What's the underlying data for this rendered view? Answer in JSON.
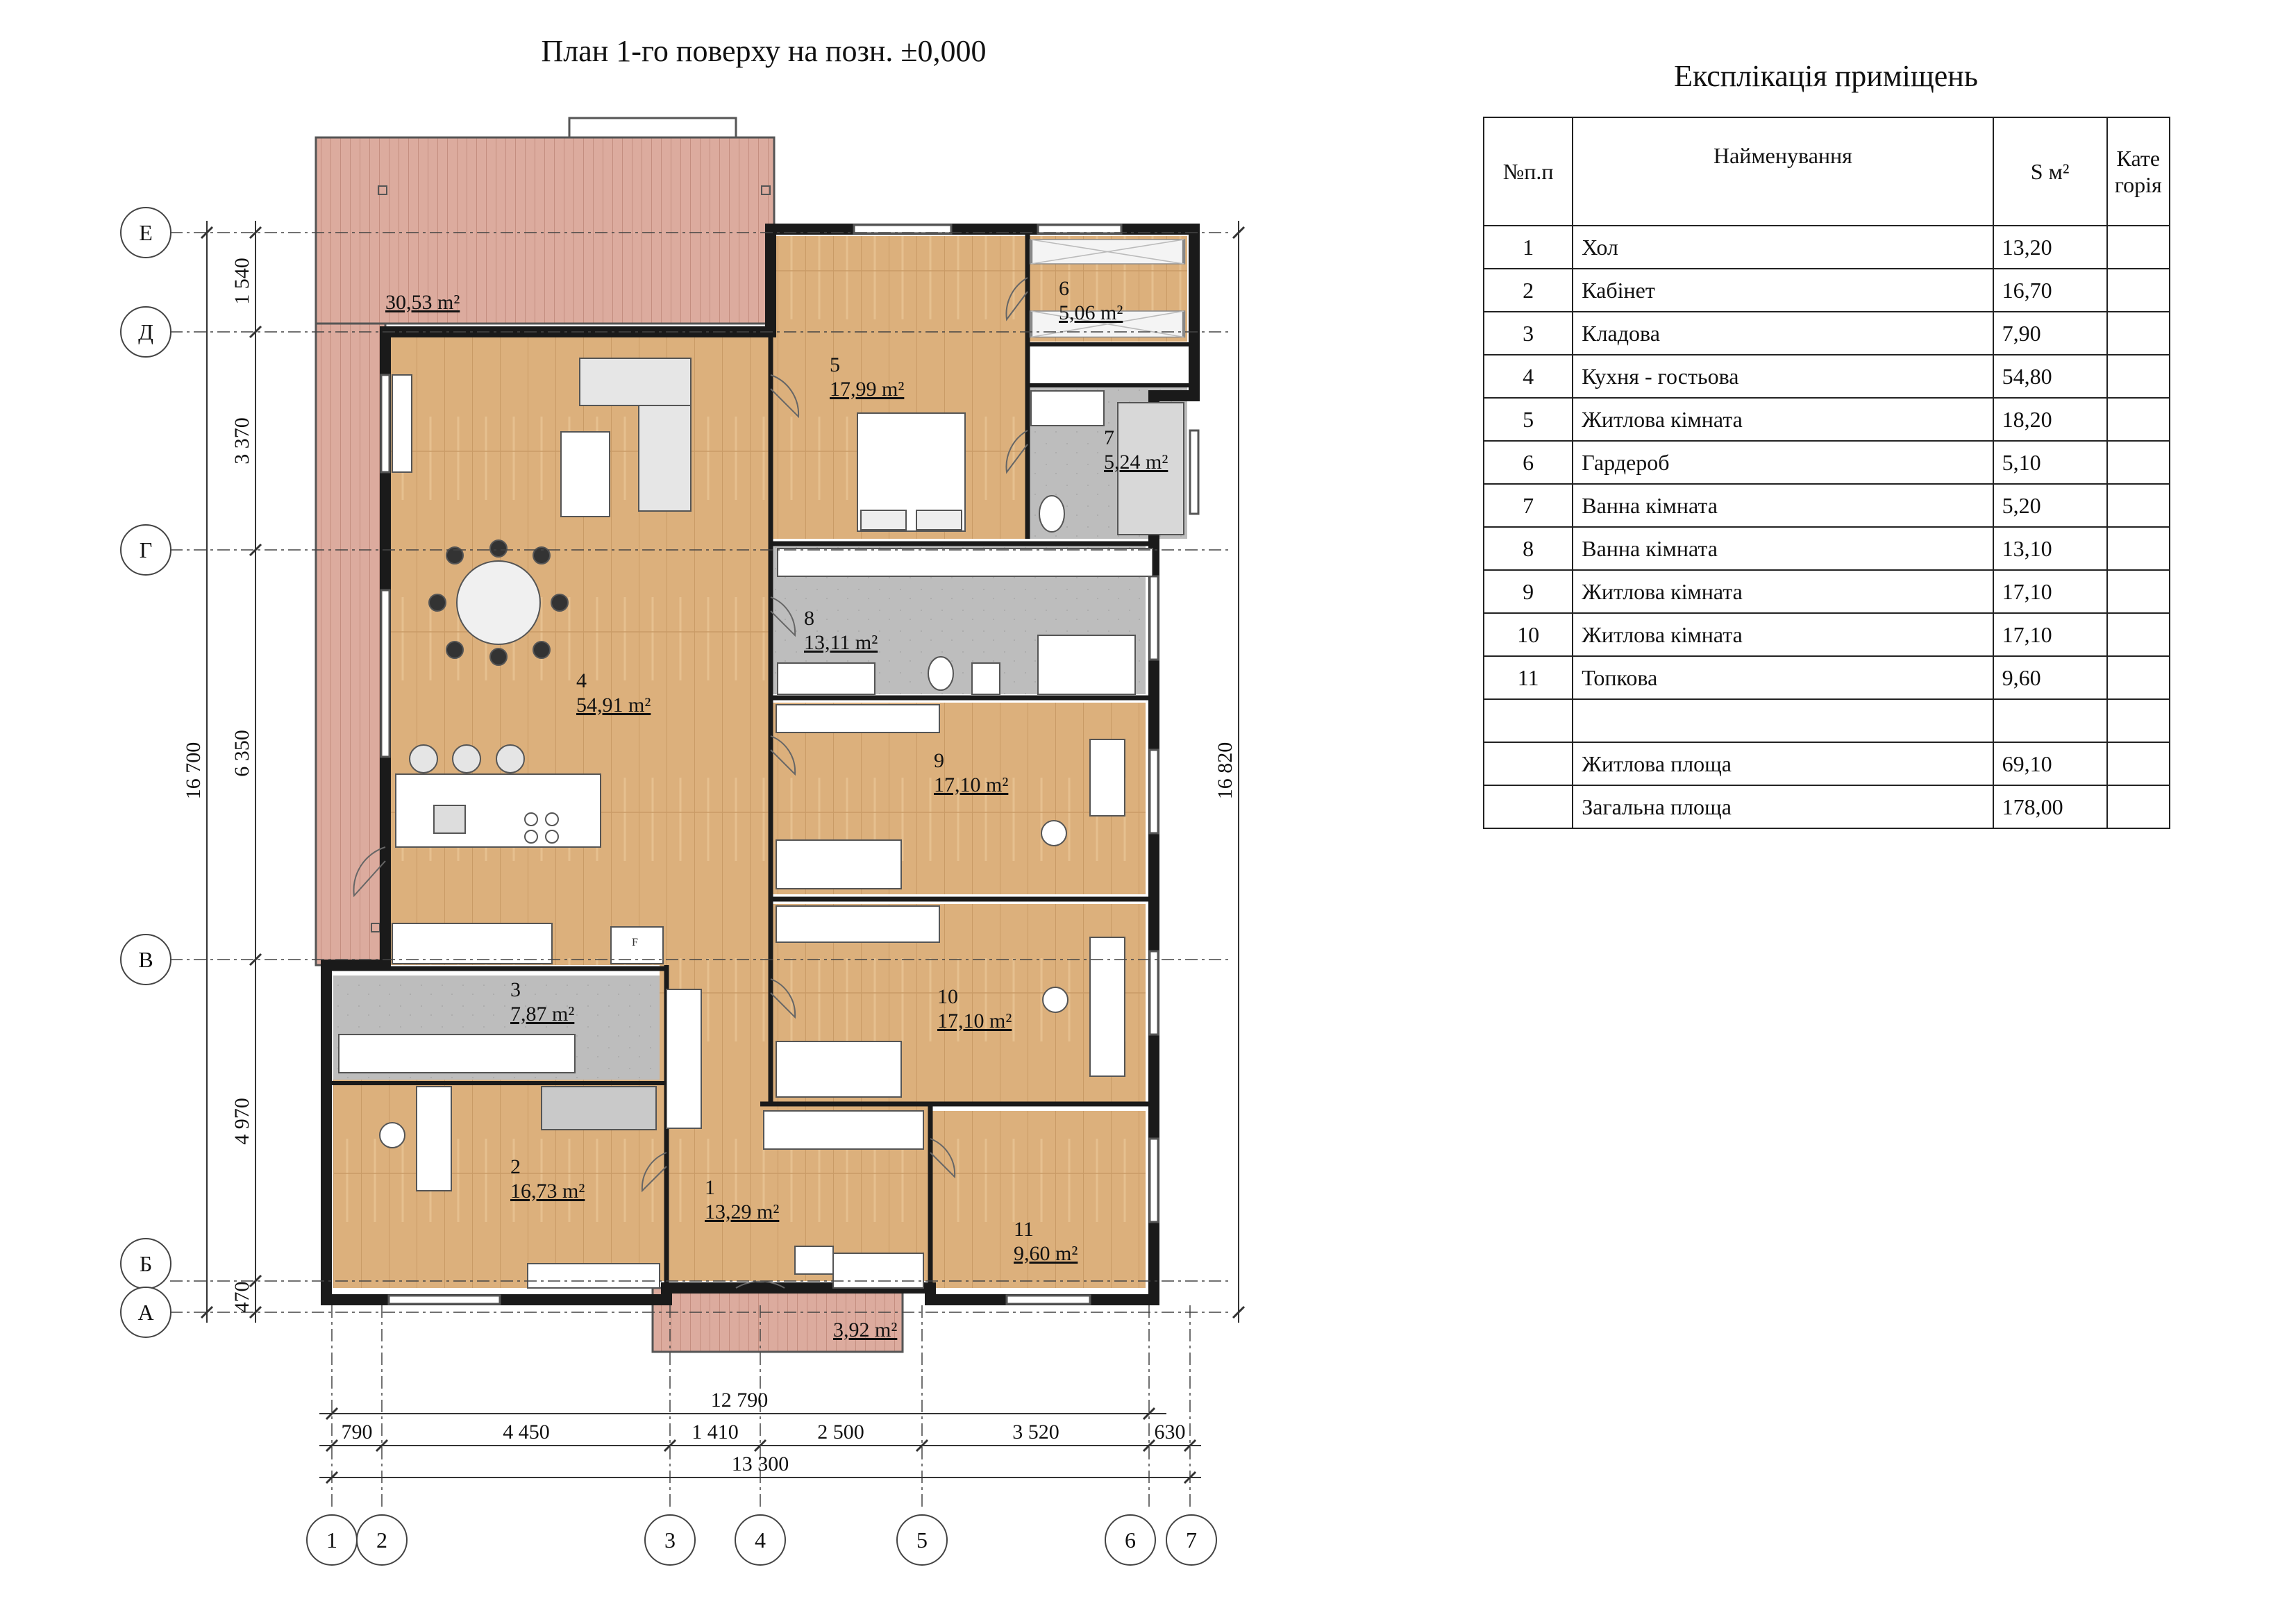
{
  "plan_title": "План 1-го поверху на позн. ±0,000",
  "table_title": "Експлікація приміщень",
  "table": {
    "headers": {
      "no": "№п.п",
      "name": "Найменування",
      "area": "S м²",
      "category": "Категорія"
    },
    "rows": [
      {
        "no": "1",
        "name": "Хол",
        "area": "13,20"
      },
      {
        "no": "2",
        "name": "Кабінет",
        "area": "16,70"
      },
      {
        "no": "3",
        "name": "Кладова",
        "area": "7,90"
      },
      {
        "no": "4",
        "name": "Кухня - гостьова",
        "area": "54,80"
      },
      {
        "no": "5",
        "name": "Житлова кімната",
        "area": "18,20"
      },
      {
        "no": "6",
        "name": "Гардероб",
        "area": "5,10"
      },
      {
        "no": "7",
        "name": "Ванна кімната",
        "area": "5,20"
      },
      {
        "no": "8",
        "name": "Ванна кімната",
        "area": "13,10"
      },
      {
        "no": "9",
        "name": "Житлова кімната",
        "area": "17,10"
      },
      {
        "no": "10",
        "name": "Житлова кімната",
        "area": "17,10"
      },
      {
        "no": "11",
        "name": "Топкова",
        "area": "9,60"
      }
    ],
    "totals": [
      {
        "name": "Житлова площа",
        "area": "69,10"
      },
      {
        "name": "Загальна площа",
        "area": "178,00"
      }
    ]
  },
  "rooms": [
    {
      "id": "terrace",
      "no": "",
      "area": "30,53 m²"
    },
    {
      "id": "room-1",
      "no": "1",
      "area": "13,29 m²"
    },
    {
      "id": "room-2",
      "no": "2",
      "area": "16,73 m²"
    },
    {
      "id": "room-3",
      "no": "3",
      "area": "7,87 m²"
    },
    {
      "id": "room-4",
      "no": "4",
      "area": "54,91 m²"
    },
    {
      "id": "room-5",
      "no": "5",
      "area": "17,99 m²"
    },
    {
      "id": "room-6",
      "no": "6",
      "area": "5,06 m²"
    },
    {
      "id": "room-7",
      "no": "7",
      "area": "5,24 m²"
    },
    {
      "id": "room-8",
      "no": "8",
      "area": "13,11 m²"
    },
    {
      "id": "room-9",
      "no": "9",
      "area": "17,10 m²"
    },
    {
      "id": "room-10",
      "no": "10",
      "area": "17,10 m²"
    },
    {
      "id": "room-11",
      "no": "11",
      "area": "9,60 m²"
    },
    {
      "id": "porch",
      "no": "",
      "area": "3,92 m²"
    }
  ],
  "axes_rows": [
    "Е",
    "Д",
    "Г",
    "В",
    "Б",
    "А"
  ],
  "axes_cols": [
    "1",
    "2",
    "3",
    "4",
    "5",
    "6",
    "7"
  ],
  "dims_left": {
    "segments": [
      "1 540",
      "3 370",
      "6 350",
      "4 970",
      "470"
    ],
    "total": "16 700"
  },
  "dims_right": {
    "total": "16 820"
  },
  "dims_bottom": {
    "top_total": "12 790",
    "segments": [
      "790",
      "4 450",
      "1 410",
      "2 500",
      "3 520",
      "630"
    ],
    "bottom_total": "13 300"
  },
  "colors": {
    "wood": "#dcb07c",
    "tile": "#bdbdbd",
    "deck": "#d9a79a",
    "wall": "#1a1a1a"
  }
}
